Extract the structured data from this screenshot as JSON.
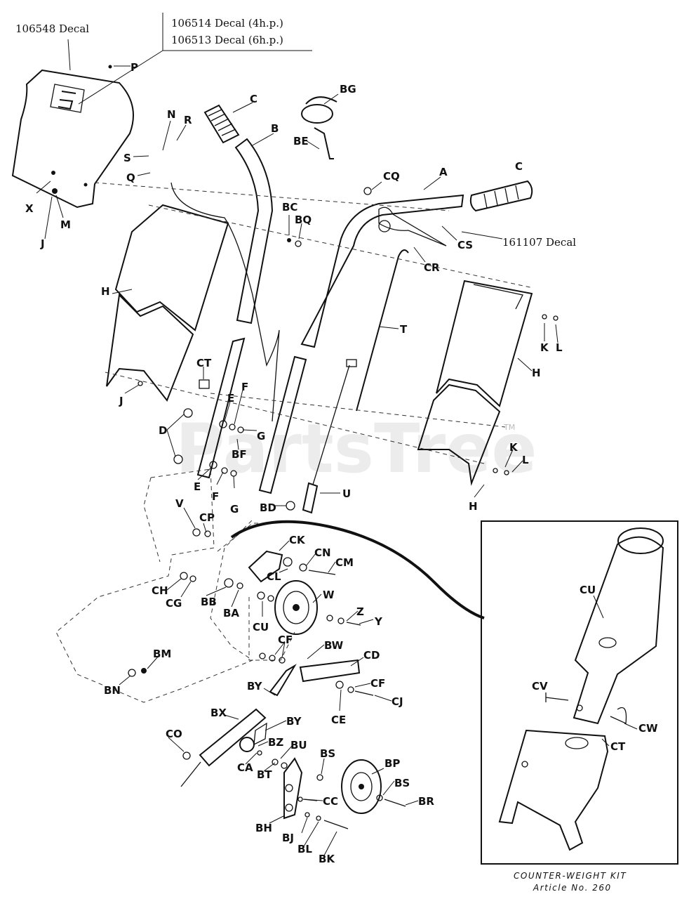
{
  "decals": {
    "top_left": "106548 Decal",
    "box_line1": "106514 Decal (4h.p.)",
    "box_line2": "106513 Decal (6h.p.)",
    "handle": "161107 Decal"
  },
  "watermark": {
    "text": "PartsTree",
    "tm": "TM"
  },
  "inset": {
    "title": "COUNTER-WEIGHT KIT",
    "subtitle": "Article No. 260",
    "labels": {
      "cu": "CU",
      "cv": "CV",
      "cw": "CW",
      "ct": "CT"
    }
  },
  "labels": {
    "p": "P",
    "c1": "C",
    "bg": "BG",
    "n": "N",
    "r": "R",
    "b": "B",
    "be": "BE",
    "s": "S",
    "q": "Q",
    "cq": "CQ",
    "a": "A",
    "c2": "C",
    "x": "X",
    "m": "M",
    "j1": "J",
    "bc": "BC",
    "bq": "BQ",
    "cs": "CS",
    "cr": "CR",
    "h1": "H",
    "t": "T",
    "k1": "K",
    "l1": "L",
    "ct": "CT",
    "h2": "H",
    "j2": "J",
    "e1": "E",
    "f1": "F",
    "d": "D",
    "g1": "G",
    "bf": "BF",
    "k2": "K",
    "l2": "L",
    "e2": "E",
    "f2": "F",
    "g2": "G",
    "h3": "H",
    "u": "U",
    "v": "V",
    "cp": "CP",
    "bd": "BD",
    "ck": "CK",
    "cn": "CN",
    "cm": "CM",
    "cl": "CL",
    "ch": "CH",
    "cg": "CG",
    "bb": "BB",
    "ba": "BA",
    "w": "W",
    "cu": "CU",
    "z": "Z",
    "y": "Y",
    "cf1": "CF",
    "bw": "BW",
    "cd": "CD",
    "bm": "BM",
    "bn": "BN",
    "by1": "BY",
    "cf2": "CF",
    "cj": "CJ",
    "ce": "CE",
    "bx": "BX",
    "by2": "BY",
    "co": "CO",
    "bz": "BZ",
    "bu": "BU",
    "ca": "CA",
    "bt": "BT",
    "bs1": "BS",
    "bp": "BP",
    "bs2": "BS",
    "br": "BR",
    "cc": "CC",
    "bh": "BH",
    "bj": "BJ",
    "bl": "BL",
    "bk": "BK"
  }
}
